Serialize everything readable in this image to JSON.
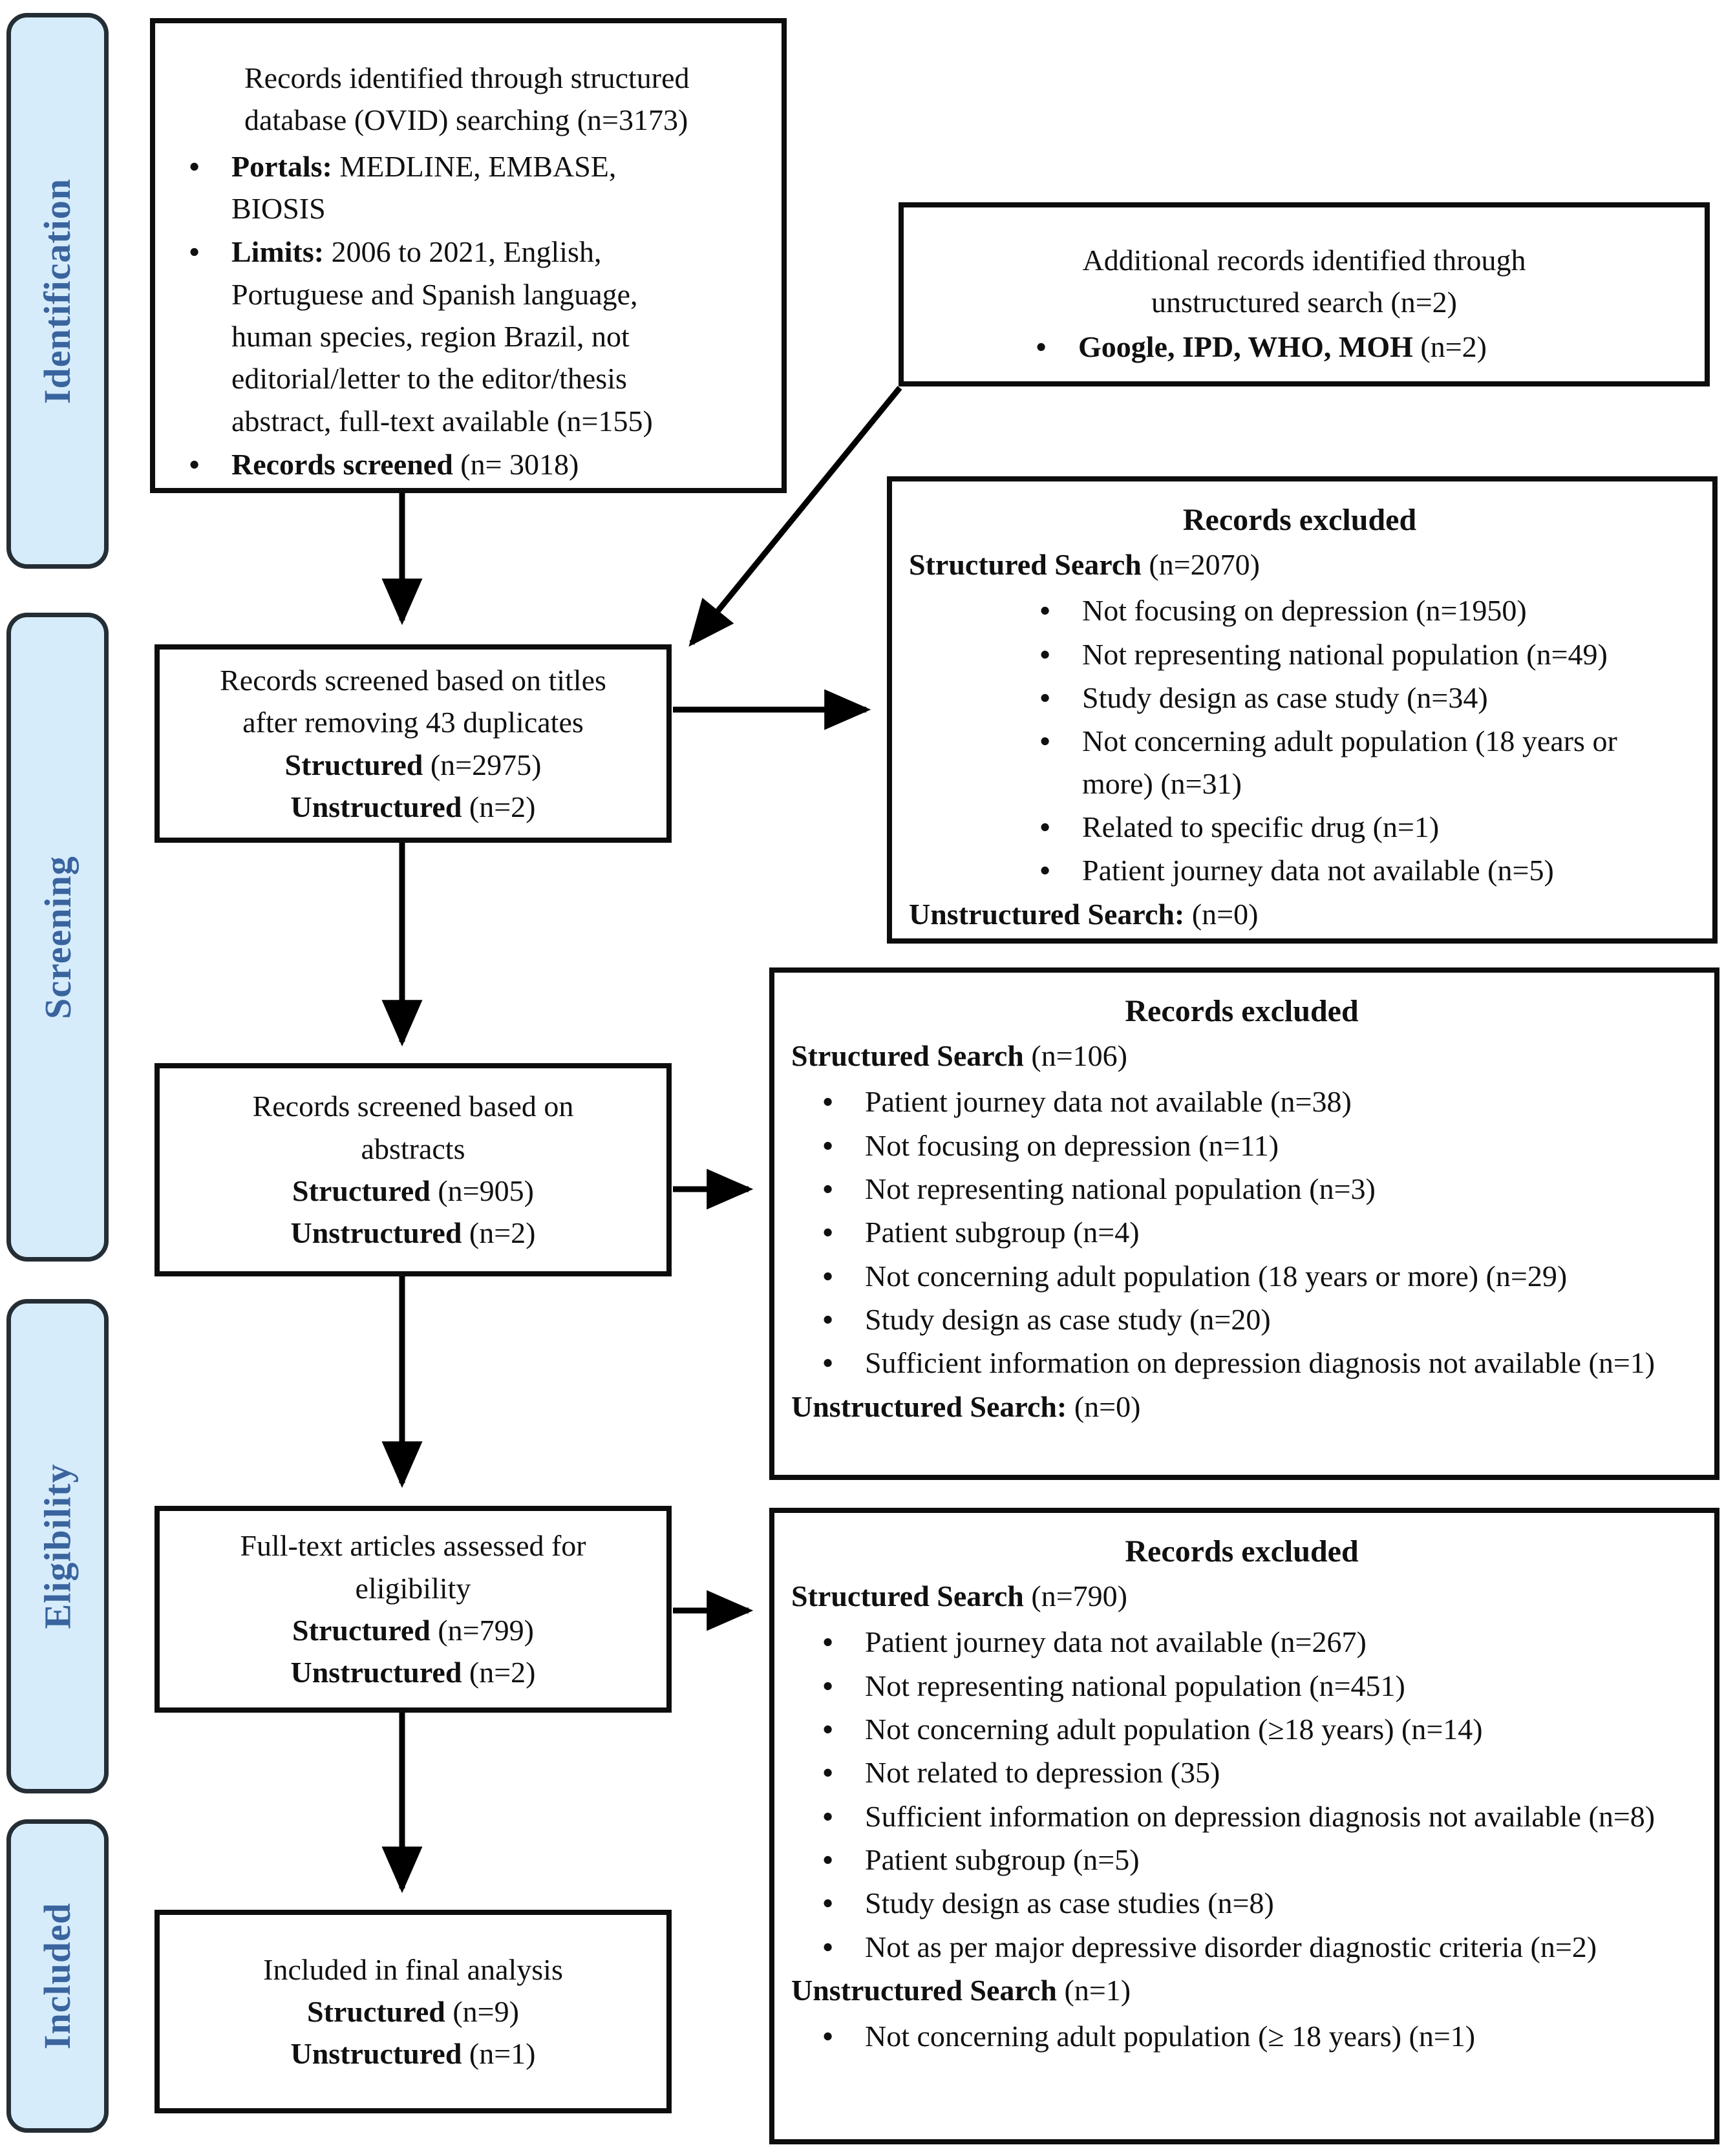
{
  "colors": {
    "stage_fill": "#d6ecfb",
    "stage_border": "#252e35",
    "stage_text": "#3a649e",
    "box_border": "#0d0d0d",
    "arrow": "#000000"
  },
  "sidebar": {
    "stages": [
      {
        "label": "Identification"
      },
      {
        "label": "Screening"
      },
      {
        "label": "Eligibility"
      },
      {
        "label": "Included"
      }
    ]
  },
  "flow": {
    "identified": {
      "title": "Records identified through structured database (OVID) searching (n=3173)",
      "bullets": [
        {
          "bold": "Portals:",
          "rest": " MEDLINE, EMBASE, BIOSIS"
        },
        {
          "bold": "Limits:",
          "rest": " 2006 to 2021, English, Portuguese and Spanish language, human species, region Brazil, not editorial/letter to the editor/thesis abstract, full-text available (n=155)"
        },
        {
          "bold": "Records screened",
          "rest": " (n= 3018)"
        }
      ]
    },
    "additional": {
      "line1": "Additional records identified through",
      "line2": "unstructured search (n=2)",
      "bullet": {
        "bold": "Google, IPD, WHO, MOH",
        "rest": " (n=2)"
      }
    },
    "screened_titles": {
      "line1": "Records screened based on titles",
      "line2": "after removing 43 duplicates",
      "rows": [
        {
          "bold": "Structured",
          "rest": " (n=2975)"
        },
        {
          "bold": "Unstructured",
          "rest": " (n=2)"
        }
      ]
    },
    "screened_abstracts": {
      "line1": "Records screened based on",
      "line2": "abstracts",
      "rows": [
        {
          "bold": "Structured",
          "rest": " (n=905)"
        },
        {
          "bold": "Unstructured",
          "rest": " (n=2)"
        }
      ]
    },
    "fulltext": {
      "line1": "Full-text articles assessed for",
      "line2": "eligibility",
      "rows": [
        {
          "bold": "Structured",
          "rest": " (n=799)"
        },
        {
          "bold": "Unstructured",
          "rest": " (n=2)"
        }
      ]
    },
    "included": {
      "line1": "Included in final analysis",
      "rows": [
        {
          "bold": "Structured",
          "rest": " (n=9)"
        },
        {
          "bold": "Unstructured",
          "rest": " (n=1)"
        }
      ]
    }
  },
  "excluded1": {
    "title": "Records excluded",
    "header": {
      "bold": "Structured Search",
      "rest": " (n=2070)"
    },
    "items": [
      "Not focusing on depression (n=1950)",
      "Not representing national population (n=49)",
      "Study design as case study (n=34)",
      "Not concerning adult population (18 years or more) (n=31)",
      "Related to specific drug (n=1)",
      "Patient journey data not available (n=5)"
    ],
    "footer": {
      "bold": "Unstructured Search:",
      "rest": " (n=0)"
    }
  },
  "excluded2": {
    "title": "Records excluded",
    "header": {
      "bold": "Structured Search",
      "rest": " (n=106)"
    },
    "items": [
      "Patient journey data not available (n=38)",
      "Not focusing on depression (n=11)",
      "Not representing national population (n=3)",
      "Patient subgroup (n=4)",
      "Not concerning adult population (18 years or more) (n=29)",
      "Study design as case study (n=20)",
      "Sufficient information on depression diagnosis not available (n=1)"
    ],
    "footer": {
      "bold": "Unstructured Search:",
      "rest": " (n=0)"
    }
  },
  "excluded3": {
    "title": "Records excluded",
    "header": {
      "bold": "Structured Search",
      "rest": " (n=790)"
    },
    "items": [
      "Patient journey data not available (n=267)",
      "Not representing national population (n=451)",
      "Not concerning adult population (≥18 years) (n=14)",
      "Not related to depression (35)",
      "Sufficient information on depression diagnosis not available (n=8)",
      "Patient subgroup (n=5)",
      "Study design as case studies (n=8)",
      "Not as per major depressive disorder diagnostic criteria (n=2)"
    ],
    "footer": {
      "bold": "Unstructured Search",
      "rest": " (n=1)"
    },
    "footer_items": [
      "Not concerning adult population (≥ 18 years) (n=1)"
    ]
  }
}
